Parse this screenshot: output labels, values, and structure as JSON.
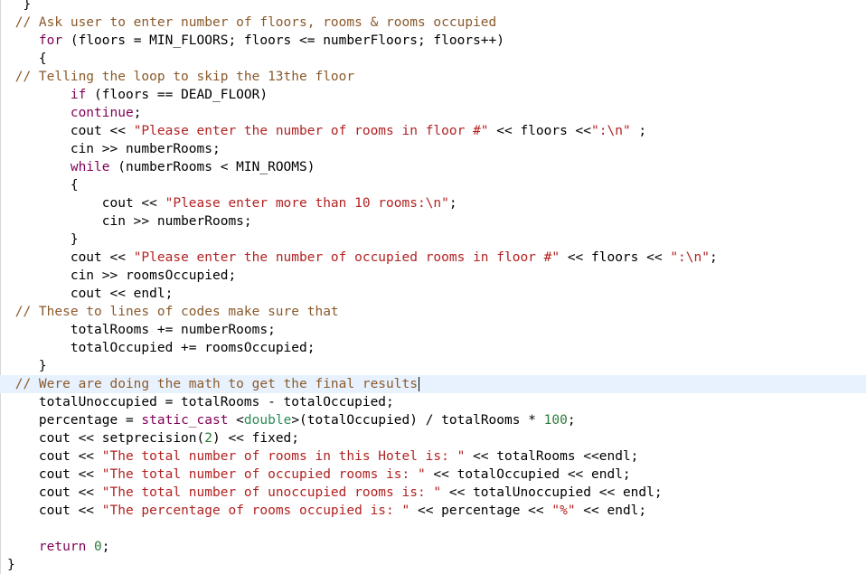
{
  "colors": {
    "keyword": "#7f0055",
    "string": "#b22222",
    "comment": "#8a5a2b",
    "number": "#2a7a3a",
    "current_line": "#e8f2fe"
  },
  "lines": [
    {
      "indent": "  ",
      "tokens": [
        {
          "t": "}",
          "c": ""
        }
      ]
    },
    {
      "indent": "",
      "tokens": [
        {
          "t": " // Ask user to enter number of floors, rooms & rooms occupied",
          "c": "com"
        }
      ]
    },
    {
      "indent": "    ",
      "tokens": [
        {
          "t": "for",
          "c": "kw"
        },
        {
          "t": " (floors = MIN_FLOORS; floors <= numberFloors; floors++)",
          "c": ""
        }
      ]
    },
    {
      "indent": "    ",
      "tokens": [
        {
          "t": "{",
          "c": ""
        }
      ]
    },
    {
      "indent": "",
      "tokens": [
        {
          "t": " // Telling the loop to skip the 13the floor",
          "c": "com"
        }
      ]
    },
    {
      "indent": "        ",
      "tokens": [
        {
          "t": "if",
          "c": "kw"
        },
        {
          "t": " (floors == DEAD_FLOOR)",
          "c": ""
        }
      ]
    },
    {
      "indent": "        ",
      "tokens": [
        {
          "t": "continue",
          "c": "kw"
        },
        {
          "t": ";",
          "c": ""
        }
      ]
    },
    {
      "indent": "        ",
      "tokens": [
        {
          "t": "cout << ",
          "c": ""
        },
        {
          "t": "\"Please enter the number of rooms in floor #\"",
          "c": "str"
        },
        {
          "t": " << floors <<",
          "c": ""
        },
        {
          "t": "\":\\n\"",
          "c": "str"
        },
        {
          "t": " ;",
          "c": ""
        }
      ]
    },
    {
      "indent": "        ",
      "tokens": [
        {
          "t": "cin >> numberRooms;",
          "c": ""
        }
      ]
    },
    {
      "indent": "        ",
      "tokens": [
        {
          "t": "while",
          "c": "kw"
        },
        {
          "t": " (numberRooms < MIN_ROOMS)",
          "c": ""
        }
      ]
    },
    {
      "indent": "        ",
      "tokens": [
        {
          "t": "{",
          "c": ""
        }
      ]
    },
    {
      "indent": "            ",
      "tokens": [
        {
          "t": "cout << ",
          "c": ""
        },
        {
          "t": "\"Please enter more than 10 rooms:\\n\"",
          "c": "str"
        },
        {
          "t": ";",
          "c": ""
        }
      ]
    },
    {
      "indent": "            ",
      "tokens": [
        {
          "t": "cin >> numberRooms;",
          "c": ""
        }
      ]
    },
    {
      "indent": "        ",
      "tokens": [
        {
          "t": "}",
          "c": ""
        }
      ]
    },
    {
      "indent": "        ",
      "tokens": [
        {
          "t": "cout << ",
          "c": ""
        },
        {
          "t": "\"Please enter the number of occupied rooms in floor #\"",
          "c": "str"
        },
        {
          "t": " << floors << ",
          "c": ""
        },
        {
          "t": "\":\\n\"",
          "c": "str"
        },
        {
          "t": ";",
          "c": ""
        }
      ]
    },
    {
      "indent": "        ",
      "tokens": [
        {
          "t": "cin >> roomsOccupied;",
          "c": ""
        }
      ]
    },
    {
      "indent": "        ",
      "tokens": [
        {
          "t": "cout << endl;",
          "c": ""
        }
      ]
    },
    {
      "indent": "",
      "tokens": [
        {
          "t": " // These to lines of codes make sure that",
          "c": "com"
        }
      ]
    },
    {
      "indent": "        ",
      "tokens": [
        {
          "t": "totalRooms += numberRooms;",
          "c": ""
        }
      ]
    },
    {
      "indent": "        ",
      "tokens": [
        {
          "t": "totalOccupied += roomsOccupied;",
          "c": ""
        }
      ]
    },
    {
      "indent": "    ",
      "tokens": [
        {
          "t": "}",
          "c": ""
        }
      ]
    },
    {
      "indent": "",
      "current": true,
      "caret": true,
      "tokens": [
        {
          "t": " // Were are doing the math to get the final results",
          "c": "com"
        }
      ]
    },
    {
      "indent": "    ",
      "tokens": [
        {
          "t": "totalUnoccupied = totalRooms - totalOccupied;",
          "c": ""
        }
      ]
    },
    {
      "indent": "    ",
      "tokens": [
        {
          "t": "percentage = ",
          "c": ""
        },
        {
          "t": "static_cast",
          "c": "kw"
        },
        {
          "t": " <",
          "c": ""
        },
        {
          "t": "double",
          "c": "type"
        },
        {
          "t": ">(totalOccupied) / totalRooms * ",
          "c": ""
        },
        {
          "t": "100",
          "c": "num"
        },
        {
          "t": ";",
          "c": ""
        }
      ]
    },
    {
      "indent": "    ",
      "tokens": [
        {
          "t": "cout << setprecision(",
          "c": ""
        },
        {
          "t": "2",
          "c": "num"
        },
        {
          "t": ") << fixed;",
          "c": ""
        }
      ]
    },
    {
      "indent": "    ",
      "tokens": [
        {
          "t": "cout << ",
          "c": ""
        },
        {
          "t": "\"The total number of rooms in this Hotel is: \"",
          "c": "str"
        },
        {
          "t": " << totalRooms <<endl;",
          "c": ""
        }
      ]
    },
    {
      "indent": "    ",
      "tokens": [
        {
          "t": "cout << ",
          "c": ""
        },
        {
          "t": "\"The total number of occupied rooms is: \"",
          "c": "str"
        },
        {
          "t": " << totalOccupied << endl;",
          "c": ""
        }
      ]
    },
    {
      "indent": "    ",
      "tokens": [
        {
          "t": "cout << ",
          "c": ""
        },
        {
          "t": "\"The total number of unoccupied rooms is: \"",
          "c": "str"
        },
        {
          "t": " << totalUnoccupied << endl;",
          "c": ""
        }
      ]
    },
    {
      "indent": "    ",
      "tokens": [
        {
          "t": "cout << ",
          "c": ""
        },
        {
          "t": "\"The percentage of rooms occupied is: \"",
          "c": "str"
        },
        {
          "t": " << percentage << ",
          "c": ""
        },
        {
          "t": "\"%\"",
          "c": "str"
        },
        {
          "t": " << endl;",
          "c": ""
        }
      ]
    },
    {
      "indent": "",
      "tokens": [
        {
          "t": "",
          "c": ""
        }
      ]
    },
    {
      "indent": "    ",
      "tokens": [
        {
          "t": "return",
          "c": "kw"
        },
        {
          "t": " ",
          "c": ""
        },
        {
          "t": "0",
          "c": "num"
        },
        {
          "t": ";",
          "c": ""
        }
      ]
    },
    {
      "indent": "",
      "tokens": [
        {
          "t": "}",
          "c": ""
        }
      ]
    }
  ]
}
